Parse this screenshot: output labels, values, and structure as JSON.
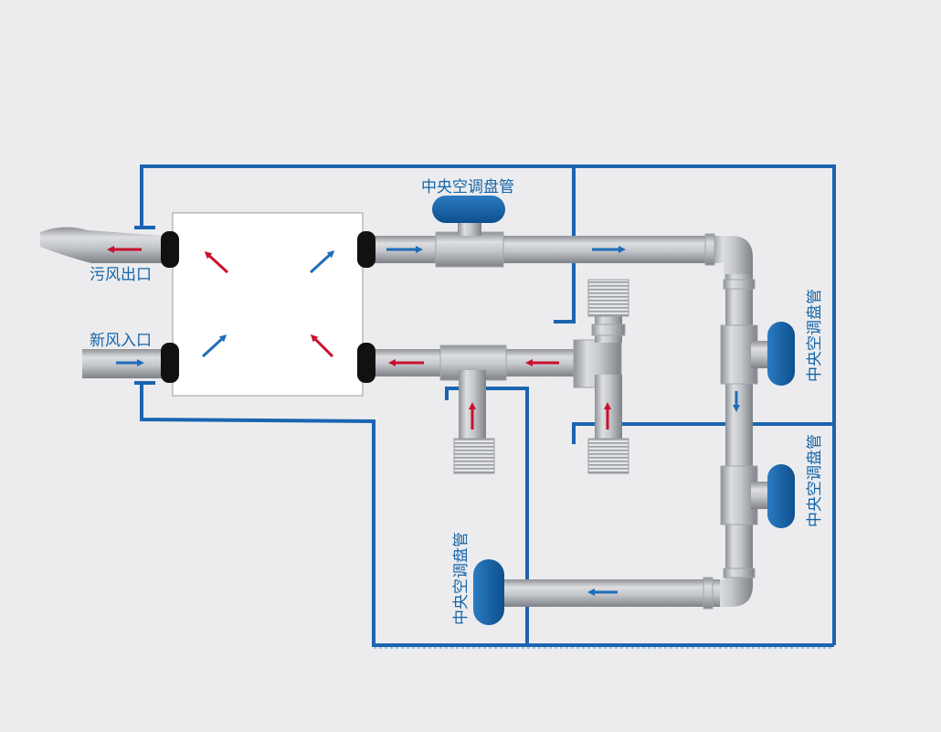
{
  "labels": {
    "exhaust_outlet": "污风出口",
    "fresh_air_inlet": "新风入口",
    "coil_top": "中央空调盘管",
    "coil_right_upper": "中央空调盘管",
    "coil_right_lower": "中央空调盘管",
    "coil_bottom": "中央空调盘管"
  },
  "colors": {
    "background": "#ececee",
    "duct_line": "#1a64b0",
    "pipe": "#b9bcc0",
    "coil_cap": "#1565a8",
    "label_text": "#1565a8",
    "fresh_arrow": "#1e6db8",
    "exhaust_arrow": "#c8102e",
    "seal": "#111111",
    "unit_box": "#ffffff"
  },
  "icons": {
    "flow_arrows": "arrow-icon",
    "vents": "vent-grille-icon",
    "coils": "coil-cap-icon"
  }
}
